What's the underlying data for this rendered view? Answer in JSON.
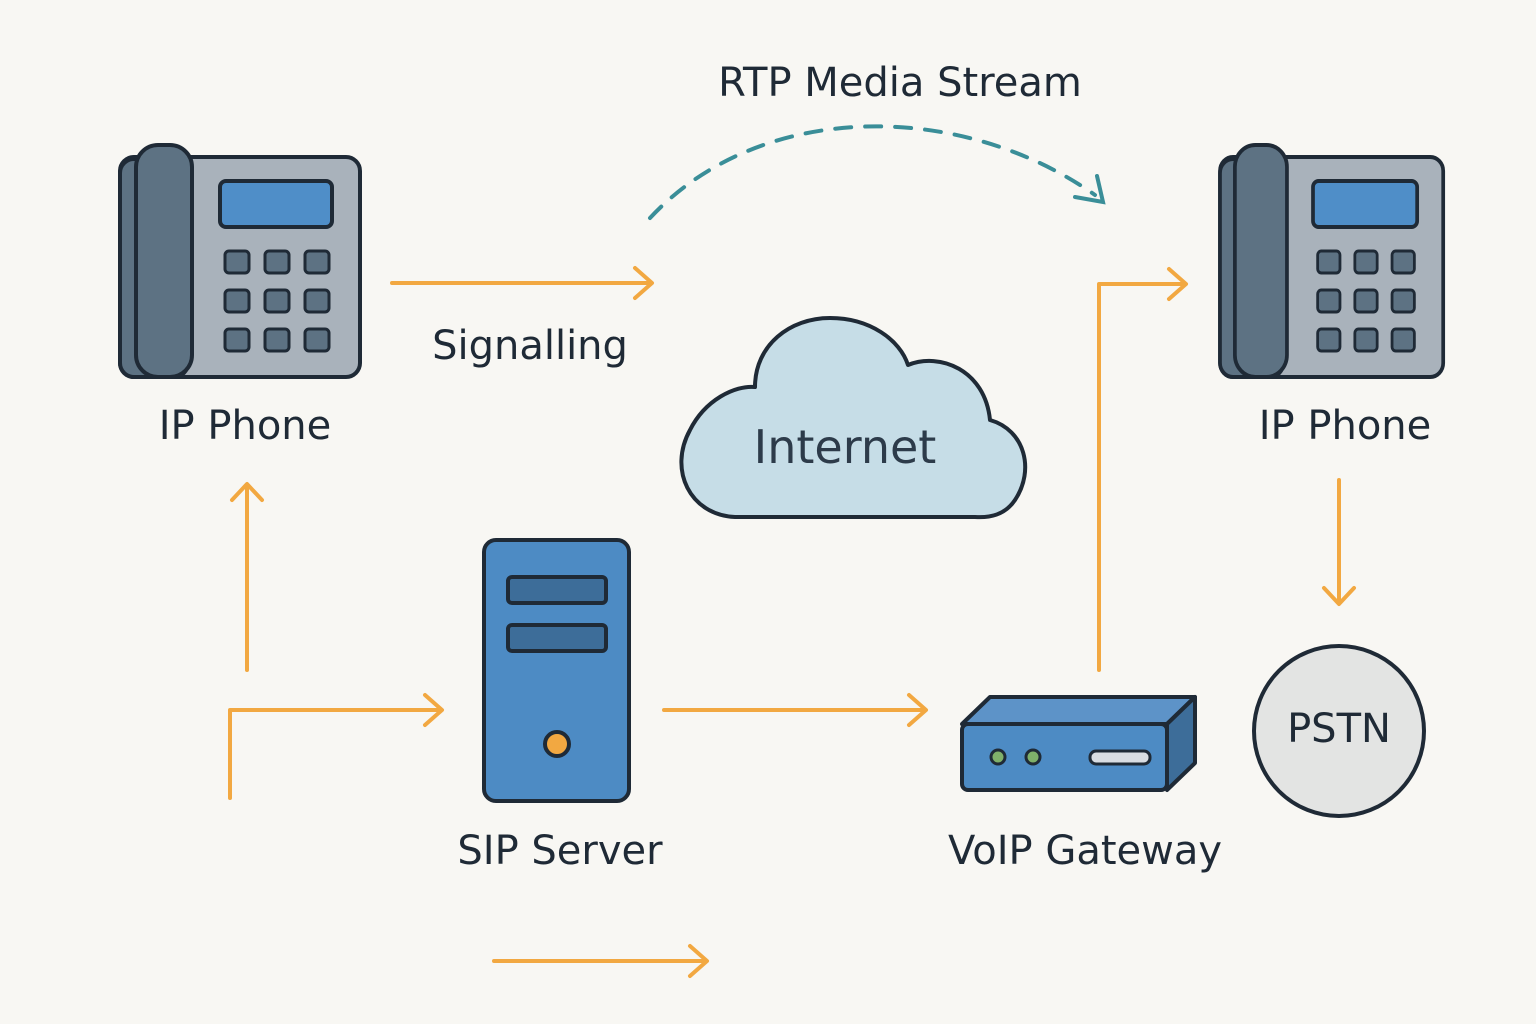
{
  "labels": {
    "rtp_media_stream": "RTP Media Stream",
    "signalling": "Signalling",
    "ip_phone_left": "IP Phone",
    "ip_phone_right": "IP Phone",
    "internet": "Internet",
    "sip_server": "SIP Server",
    "voip_gateway": "VoIP Gateway",
    "pstn": "PSTN"
  },
  "colors": {
    "background": "#f8f7f3",
    "arrow_orange": "#f2a841",
    "rtp_dashed_teal": "#3a8e98",
    "phone_body": "#a9b2bb",
    "phone_handset": "#5d7283",
    "phone_screen": "#4f8ec8",
    "server_blue": "#4d8bc4",
    "cloud_fill": "#c6dde7",
    "pstn_fill": "#e3e4e3",
    "outline": "#1f2a36"
  },
  "icons": [
    "ip-phone-icon",
    "cloud-icon",
    "server-icon",
    "gateway-icon"
  ]
}
